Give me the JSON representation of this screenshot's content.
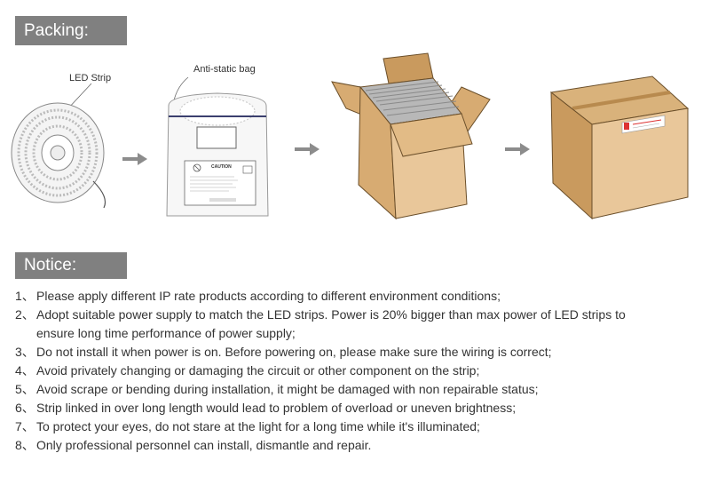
{
  "packing": {
    "title": "Packing",
    "title_suffix": ":",
    "labels": {
      "led_strip": "LED Strip",
      "anti_static_bag": "Anti-static bag",
      "caution": "CAUTION"
    }
  },
  "notice": {
    "title": "Notice:",
    "items": [
      {
        "num": "1、",
        "text": "Please apply different IP rate products according to different environment conditions;"
      },
      {
        "num": "2、",
        "text": "Adopt suitable power supply to match the LED strips. Power is 20% bigger than max power of LED strips to",
        "cont": "ensure  long time performance of power supply;"
      },
      {
        "num": "3、",
        "text": "Do not install it when power is on. Before powering on, please make sure the wiring is correct;"
      },
      {
        "num": "4、",
        "text": "Avoid privately  changing or damaging the circuit or other component on the strip;"
      },
      {
        "num": "5、",
        "text": "Avoid scrape or bending during installation, it might be damaged with non repairable status;"
      },
      {
        "num": "6、",
        "text": "Strip linked in over long length would lead to problem of overload or uneven brightness;"
      },
      {
        "num": "7、",
        "text": "To protect your eyes, do not stare at the light for a long time while it's illuminated;"
      },
      {
        "num": "8、",
        "text": "Only professional personnel can install, dismantle and repair."
      }
    ]
  },
  "colors": {
    "header_bg": "#808080",
    "box_front": "#e9c79a",
    "box_side": "#d7ab72",
    "box_top": "#c99a5e",
    "arrow": "#8c8c8c"
  }
}
